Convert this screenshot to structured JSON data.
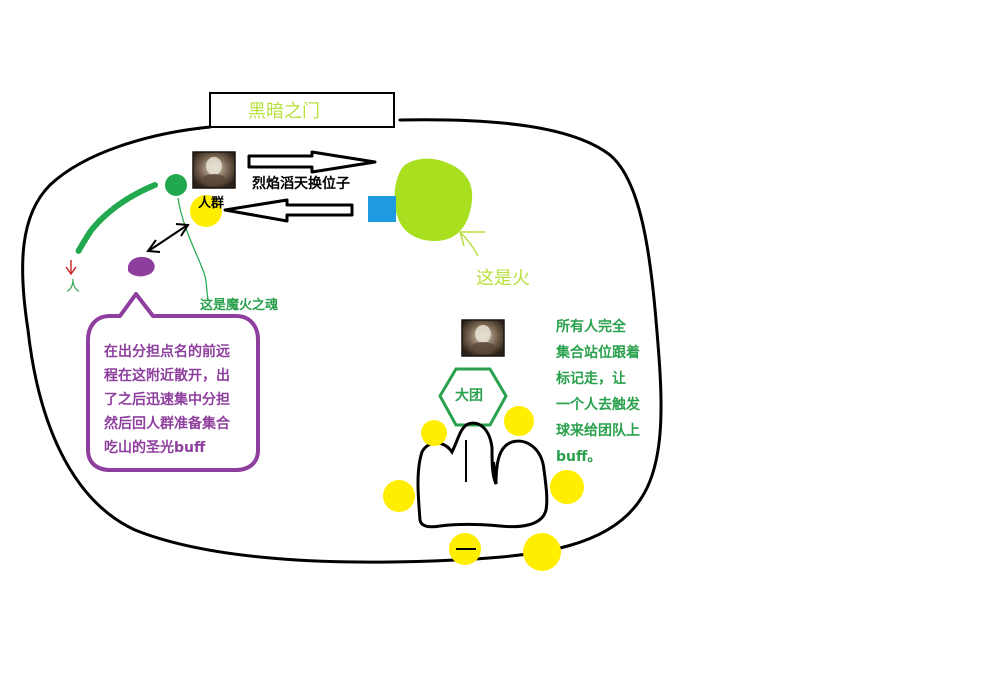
{
  "title_box": {
    "label": "黑暗之门"
  },
  "swap_label": "烈焰滔天换位子",
  "crowd_label": "人群",
  "person_label": "人",
  "fire_label": "这是火",
  "soul_label": "这是魔火之魂",
  "raid_label": "大团",
  "purple_note": "在出分担点名的前远\n程在这附近散开，出\n了之后迅速集中分担\n然后回人群准备集合\n吃山的圣光buff",
  "green_note": "所有人完全\n集合站位跟着\n标记走，让\n一个人去触发\n球来给团队上\nbuff。",
  "colors": {
    "outline": "#000000",
    "title_text": "#b6e03a",
    "fire": "#a8e020",
    "blue_marker": "#1e9ae0",
    "green_dot": "#22a84f",
    "yellow": "#ffee00",
    "purple": "#8e3f9e",
    "green_text": "#2aa14d",
    "red_arrow": "#cc2222",
    "hex_outline": "#2aa14d"
  },
  "icons": {
    "boss_portrait": "boss-portrait-icon"
  }
}
